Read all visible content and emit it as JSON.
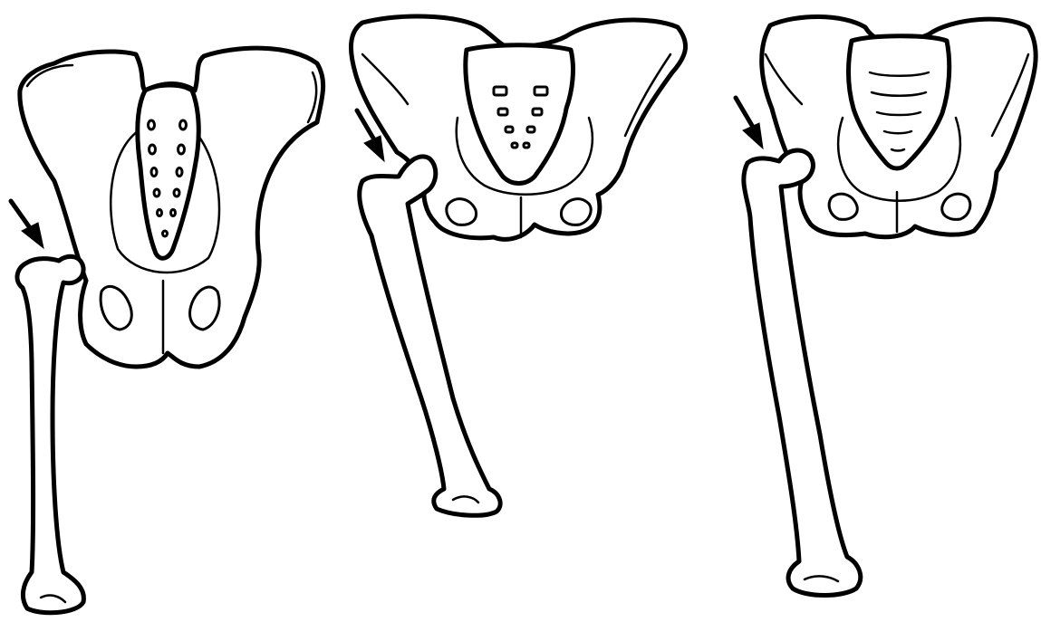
{
  "figure": {
    "panels": [
      {
        "id": "panel-1",
        "arrow_icon": "arrow-pointing-to-greater-trochanter"
      },
      {
        "id": "panel-2",
        "arrow_icon": "arrow-pointing-to-greater-trochanter"
      },
      {
        "id": "panel-3",
        "arrow_icon": "arrow-pointing-to-greater-trochanter"
      }
    ],
    "colors": {
      "line": "#000000",
      "fill": "#ffffff",
      "background": "#ffffff"
    }
  }
}
